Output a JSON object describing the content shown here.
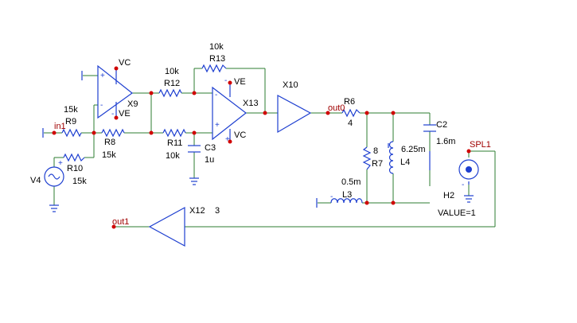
{
  "components": {
    "X9": {
      "name": "X9",
      "supply_pos": "VC",
      "supply_neg": "VE"
    },
    "X13": {
      "name": "X13",
      "supply_pos": "VE",
      "supply_neg": "VC"
    },
    "X10": {
      "name": "X10"
    },
    "X12": {
      "name": "X12",
      "value": "3"
    },
    "R9": {
      "name": "R9",
      "value": "15k"
    },
    "R8": {
      "name": "R8",
      "value": "15k"
    },
    "R10": {
      "name": "R10",
      "value": "15k"
    },
    "R12": {
      "name": "R12",
      "value": "10k"
    },
    "R11": {
      "name": "R11",
      "value": "10k"
    },
    "R13": {
      "name": "R13",
      "value": "10k"
    },
    "R6": {
      "name": "R6",
      "value": "4"
    },
    "R7": {
      "name": "R7",
      "value": "8"
    },
    "C3": {
      "name": "C3",
      "value": "1u"
    },
    "C2": {
      "name": "C2",
      "value": "1.6m"
    },
    "L3": {
      "name": "L3",
      "value": "0.5m"
    },
    "L4": {
      "name": "L4",
      "value": "6.25m"
    },
    "V4": {
      "name": "V4"
    },
    "H2": {
      "name": "H2",
      "value": "VALUE=1"
    }
  },
  "nets": {
    "in1": "in1",
    "out0": "out0",
    "out1": "out1",
    "spl1": "SPL1"
  },
  "pin_marks": {
    "plus": "+",
    "minus": "-"
  },
  "colors": {
    "wire": "#2e7d32",
    "part": "#1e3fd0",
    "node": "#d00000",
    "text": "#000000"
  }
}
